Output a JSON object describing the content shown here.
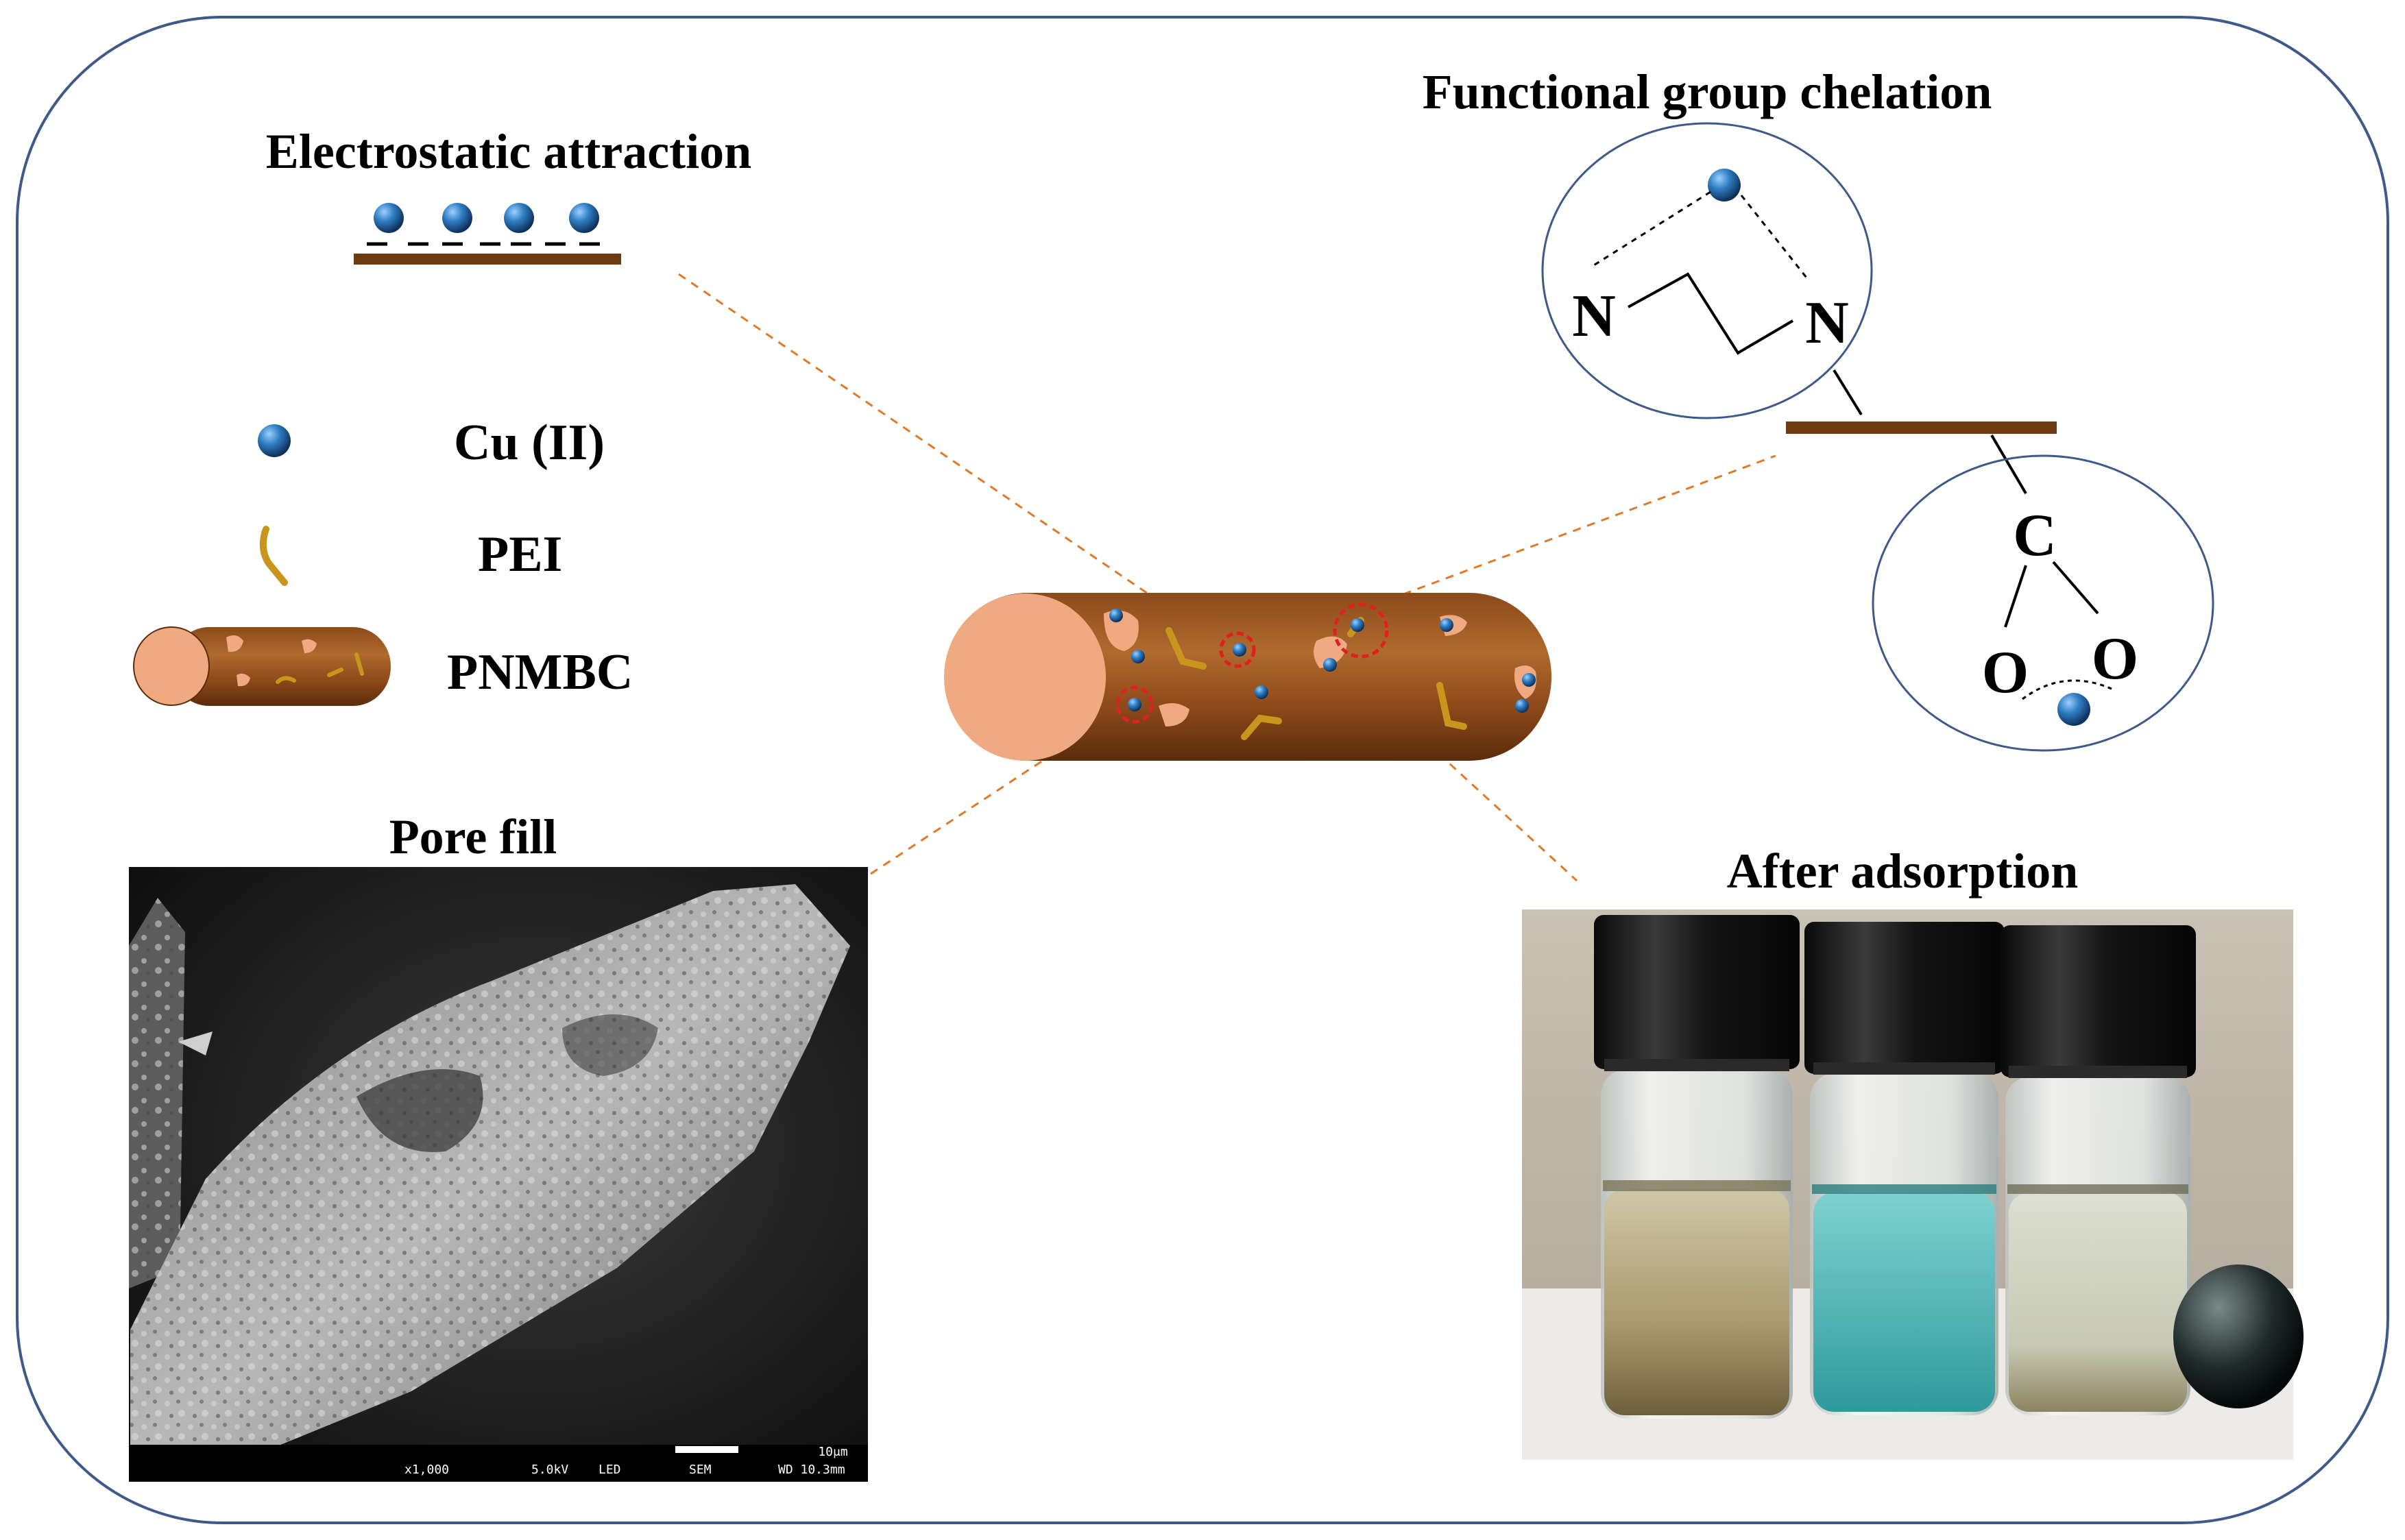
{
  "titles": {
    "electrostatic": "Electrostatic attraction",
    "chelation": "Functional group chelation",
    "pore_fill": "Pore fill",
    "after_adsorption": "After adsorption"
  },
  "legend": {
    "cu": "Cu (II)",
    "pei": "PEI",
    "pnmbc": "PNMBC"
  },
  "electrostatic_charges": "–  –  –  –",
  "chelation_atoms": {
    "n_left": "N",
    "n_right": "N",
    "c": "C",
    "o_left": "O",
    "o_right": "O"
  },
  "sem_info": {
    "scale": "10μm",
    "magnification": "x1,000",
    "voltage": "5.0kV",
    "detector": "LED",
    "mode": "SEM",
    "wd": "WD 10.3mm"
  },
  "colors": {
    "frame": "#3f5a8a",
    "biochar_dark": "#6e3a12",
    "biochar_mid": "#9a5a22",
    "biochar_end": "#f0aa82",
    "pei": "#c8961c",
    "cu_blue": "#1f5f9e",
    "leader": "#e07a2a",
    "highlight": "#e02020",
    "solution_blue": "#3aa8a8"
  },
  "icons": [
    "cu-ion-sphere",
    "pei-chain",
    "biochar-rod",
    "sem-micrograph",
    "vial-photo"
  ]
}
